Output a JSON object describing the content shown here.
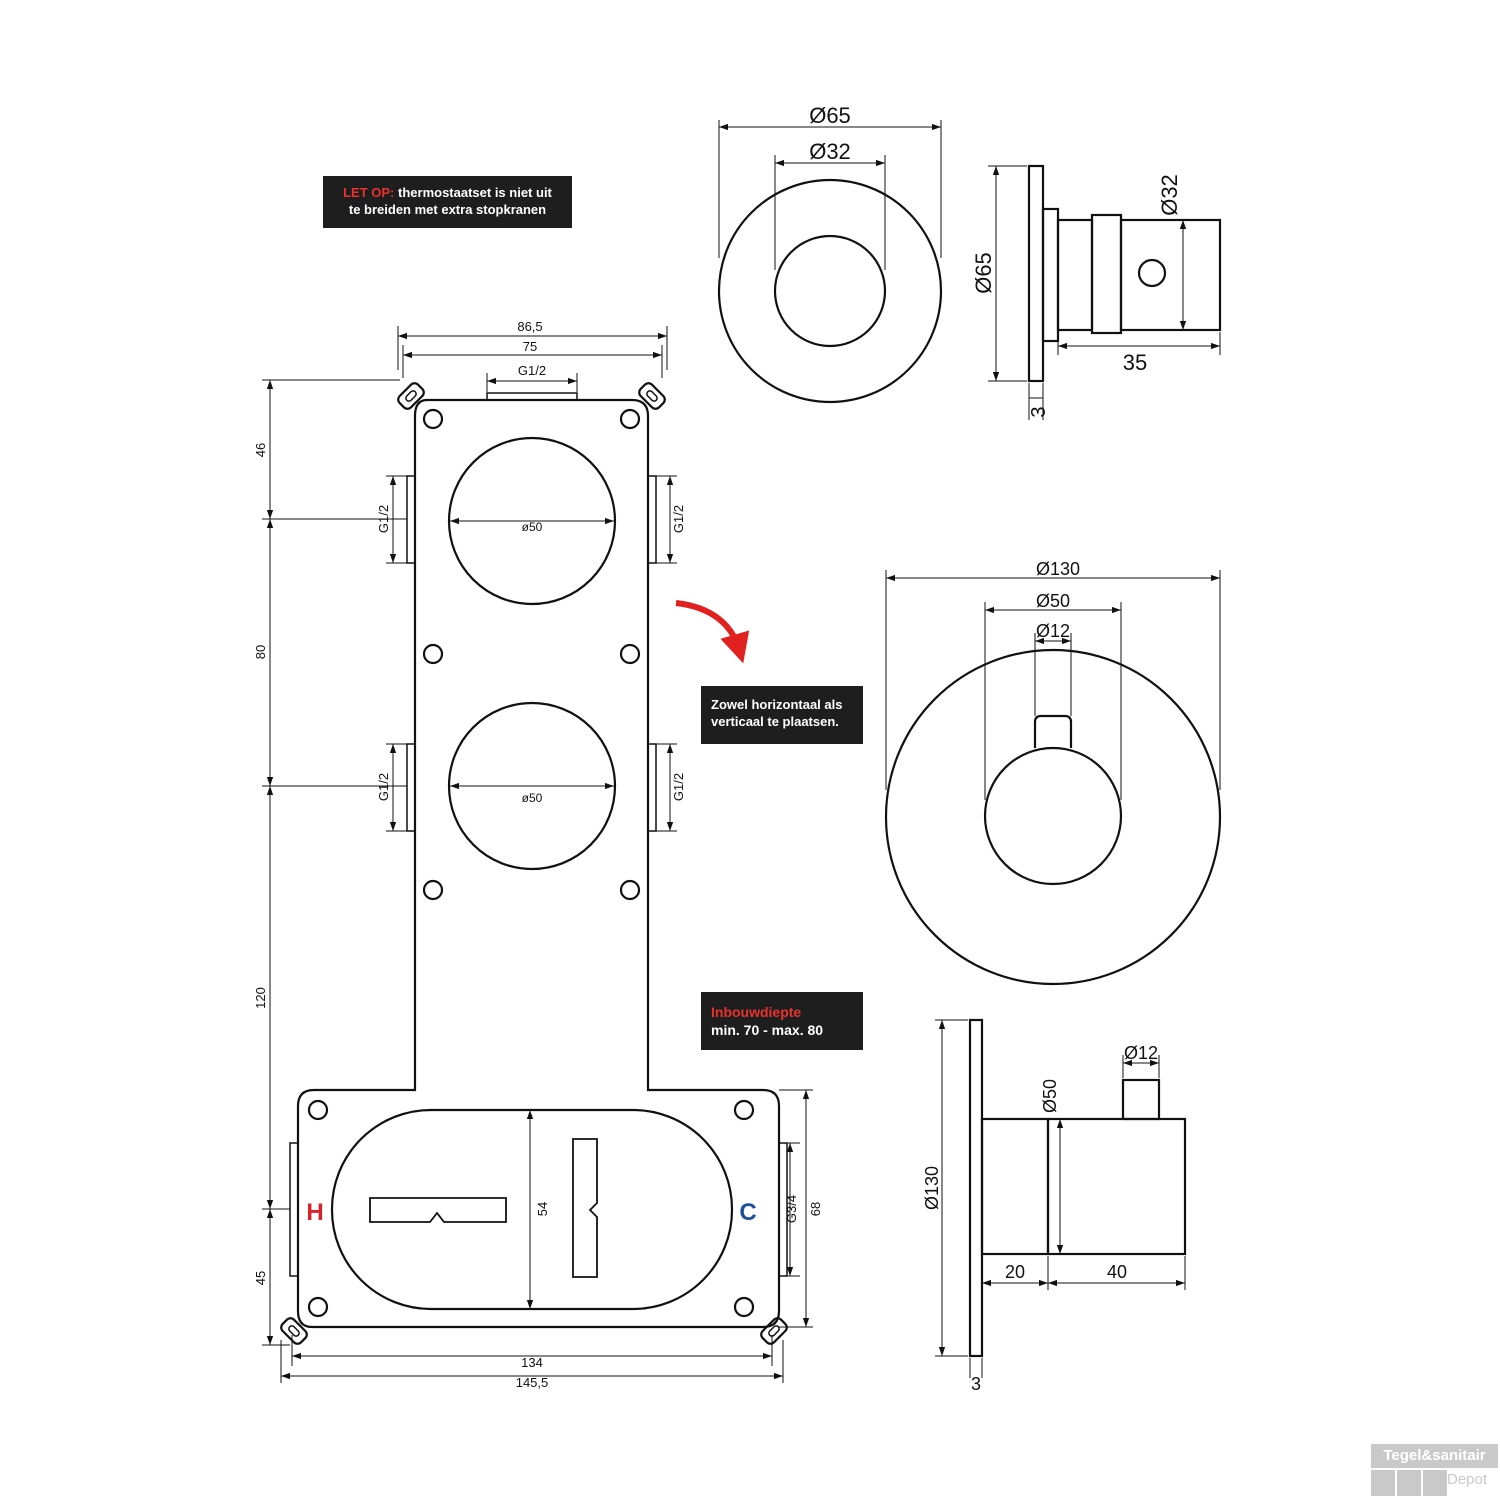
{
  "notes": {
    "warning_prefix": "LET OP:",
    "warning_line1": "thermostaatset is niet uit",
    "warning_line2": "te breiden met extra stopkranen",
    "orientation_line1": "Zowel horizontaal als",
    "orientation_line2": "verticaal te plaatsen.",
    "depth_title": "Inbouwdiepte",
    "depth_value": "min. 70 - max. 80"
  },
  "body_dims": {
    "width_outer_top": "86,5",
    "width_inner_top": "75",
    "top_port": "G1/2",
    "left_46": "46",
    "left_80": "80",
    "left_120": "120",
    "left_45": "45",
    "hole_dia_1": "ø50",
    "hole_dia_2": "ø50",
    "side_port_l1": "G1/2",
    "side_port_r1": "G1/2",
    "side_port_l2": "G1/2",
    "side_port_r2": "G1/2",
    "bottom_inner_54": "54",
    "bottom_right_port": "G3/4",
    "bottom_right_68": "68",
    "bottom_width_134": "134",
    "bottom_width_145": "145,5",
    "hot_label": "H",
    "cold_label": "C"
  },
  "small_rosette": {
    "front_outer": "Ø65",
    "front_inner": "Ø32",
    "side_height": "Ø65",
    "side_knob": "Ø32",
    "side_length": "35",
    "side_plate": "3"
  },
  "large_rosette": {
    "front_outer": "Ø130",
    "front_knob": "Ø50",
    "front_spindle": "Ø12",
    "side_height": "Ø130",
    "side_knob": "Ø50",
    "side_spindle": "Ø12",
    "side_20": "20",
    "side_40": "40",
    "side_plate": "3"
  },
  "logo": {
    "line1": "Tegel&sanitair",
    "line2": "Depot"
  },
  "colors": {
    "hot": "#d9232b",
    "cold": "#1d4f9c",
    "arrow": "#e1211f",
    "note_bg": "#1e1e1e",
    "note_accent": "#e8322d",
    "logo_grey": "#c9c9c9"
  }
}
